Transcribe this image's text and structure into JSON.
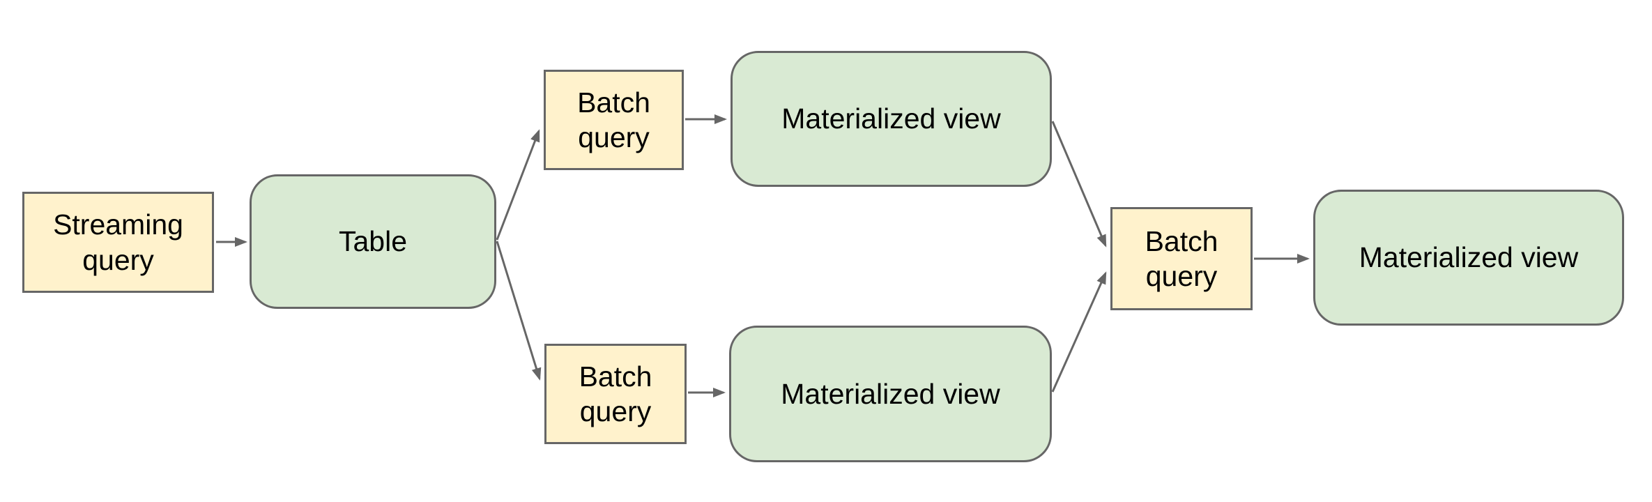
{
  "diagram": {
    "colors": {
      "process_fill": "#fff2cc",
      "entity_fill": "#d9ead3",
      "stroke": "#666666",
      "text": "#000000",
      "background": "#ffffff"
    },
    "nodes": [
      {
        "id": "streaming-query",
        "kind": "process",
        "label": "Streaming query"
      },
      {
        "id": "table",
        "kind": "entity",
        "label": "Table"
      },
      {
        "id": "batch-query-top",
        "kind": "process",
        "label": "Batch query"
      },
      {
        "id": "materialized-view-top",
        "kind": "entity",
        "label": "Materialized view"
      },
      {
        "id": "batch-query-bottom",
        "kind": "process",
        "label": "Batch query"
      },
      {
        "id": "materialized-view-bottom",
        "kind": "entity",
        "label": "Materialized view"
      },
      {
        "id": "batch-query-right",
        "kind": "process",
        "label": "Batch query"
      },
      {
        "id": "materialized-view-right",
        "kind": "entity",
        "label": "Materialized view"
      }
    ],
    "edges": [
      {
        "from": "streaming-query",
        "to": "table"
      },
      {
        "from": "table",
        "to": "batch-query-top"
      },
      {
        "from": "table",
        "to": "batch-query-bottom"
      },
      {
        "from": "batch-query-top",
        "to": "materialized-view-top"
      },
      {
        "from": "batch-query-bottom",
        "to": "materialized-view-bottom"
      },
      {
        "from": "materialized-view-top",
        "to": "batch-query-right"
      },
      {
        "from": "materialized-view-bottom",
        "to": "batch-query-right"
      },
      {
        "from": "batch-query-right",
        "to": "materialized-view-right"
      }
    ]
  }
}
